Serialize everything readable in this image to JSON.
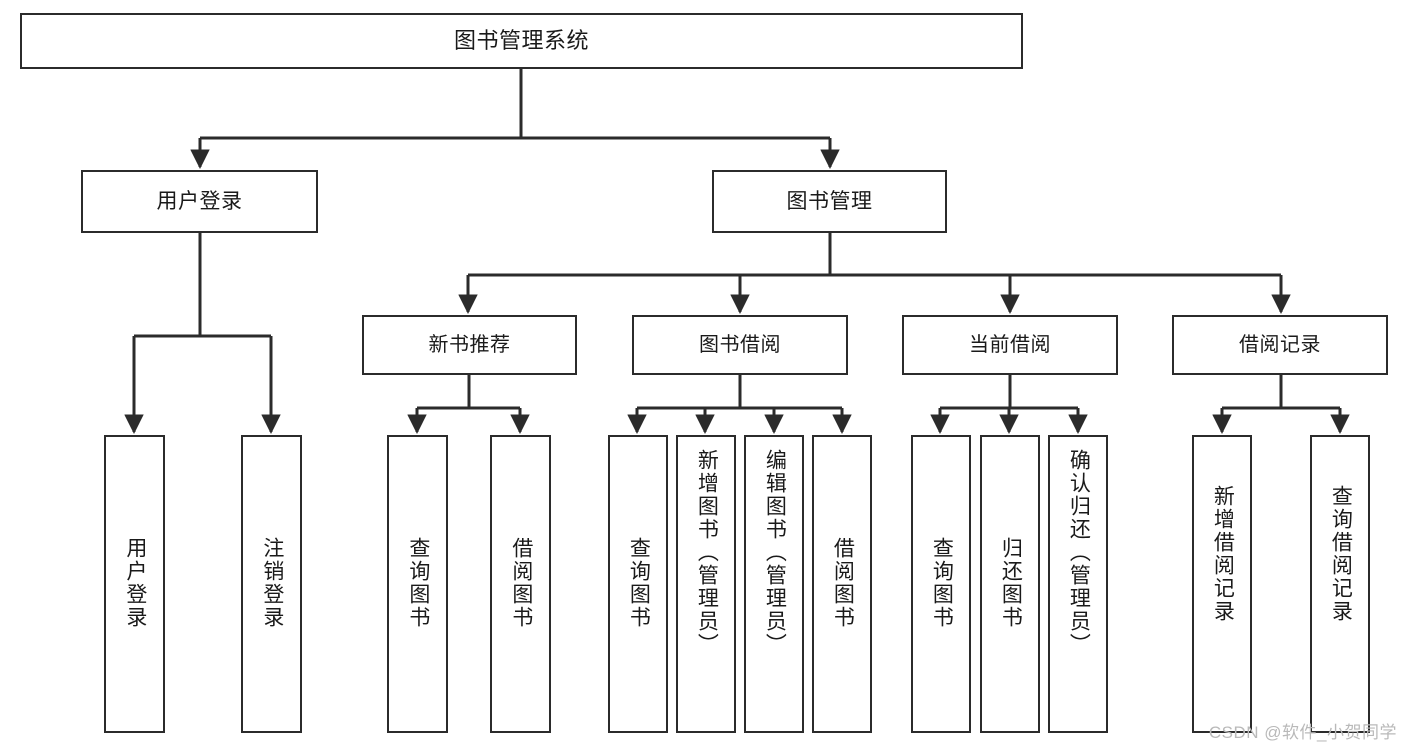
{
  "chart_data": {
    "type": "diagram",
    "diagram_kind": "hierarchy-tree",
    "title": "图书管理系统",
    "orientation": "top-down",
    "levels": 4,
    "edge_style": "orthogonal-elbow-with-arrowhead",
    "colors": {
      "box_border": "#2b2b2b",
      "box_fill": "#ffffff",
      "connector": "#2b2b2b",
      "text": "#1a1a1a",
      "watermark": "#b9b9b9",
      "background": "#ffffff"
    },
    "nodes": [
      {
        "id": "root",
        "label": "图书管理系统",
        "level": 1,
        "parent": null
      },
      {
        "id": "login",
        "label": "用户登录",
        "level": 2,
        "parent": "root"
      },
      {
        "id": "bookmgmt",
        "label": "图书管理",
        "level": 2,
        "parent": "root"
      },
      {
        "id": "newbook",
        "label": "新书推荐",
        "level": 3,
        "parent": "bookmgmt"
      },
      {
        "id": "borrow",
        "label": "图书借阅",
        "level": 3,
        "parent": "bookmgmt"
      },
      {
        "id": "current",
        "label": "当前借阅",
        "level": 3,
        "parent": "bookmgmt"
      },
      {
        "id": "records",
        "label": "借阅记录",
        "level": 3,
        "parent": "bookmgmt"
      },
      {
        "id": "leaf1",
        "label": "用户登录",
        "level": 3,
        "parent": "login"
      },
      {
        "id": "leaf2",
        "label": "注销登录",
        "level": 3,
        "parent": "login"
      },
      {
        "id": "leaf3",
        "label": "查询图书",
        "level": 4,
        "parent": "newbook"
      },
      {
        "id": "leaf4",
        "label": "借阅图书",
        "level": 4,
        "parent": "newbook"
      },
      {
        "id": "leaf5",
        "label": "查询图书",
        "level": 4,
        "parent": "borrow"
      },
      {
        "id": "leaf6",
        "label": "新增图书（管理员）",
        "level": 4,
        "parent": "borrow"
      },
      {
        "id": "leaf7",
        "label": "编辑图书（管理员）",
        "level": 4,
        "parent": "borrow"
      },
      {
        "id": "leaf8",
        "label": "借阅图书",
        "level": 4,
        "parent": "borrow"
      },
      {
        "id": "leaf9",
        "label": "查询图书",
        "level": 4,
        "parent": "current"
      },
      {
        "id": "leaf10",
        "label": "归还图书",
        "level": 4,
        "parent": "current"
      },
      {
        "id": "leaf11",
        "label": "确认归还（管理员）",
        "level": 4,
        "parent": "current"
      },
      {
        "id": "leaf12",
        "label": "新增借阅记录",
        "level": 4,
        "parent": "records"
      },
      {
        "id": "leaf13",
        "label": "查询借阅记录",
        "level": 4,
        "parent": "records"
      }
    ]
  },
  "root": {
    "label": "图书管理系统"
  },
  "level2": {
    "login": "用户登录",
    "bookmgmt": "图书管理"
  },
  "level3": {
    "newbook": "新书推荐",
    "borrow": "图书借阅",
    "current": "当前借阅",
    "records": "借阅记录"
  },
  "leaves": {
    "login_children": [
      "用户登录",
      "注销登录"
    ],
    "newbook_children": [
      "查询图书",
      "借阅图书"
    ],
    "borrow_children": [
      "查询图书",
      "新增图书（管理员）",
      "编辑图书（管理员）",
      "借阅图书"
    ],
    "current_children": [
      "查询图书",
      "归还图书",
      "确认归还（管理员）"
    ],
    "records_children": [
      "新增借阅记录",
      "查询借阅记录"
    ]
  },
  "watermark": {
    "text": "CSDN @软件_小贺同学"
  }
}
